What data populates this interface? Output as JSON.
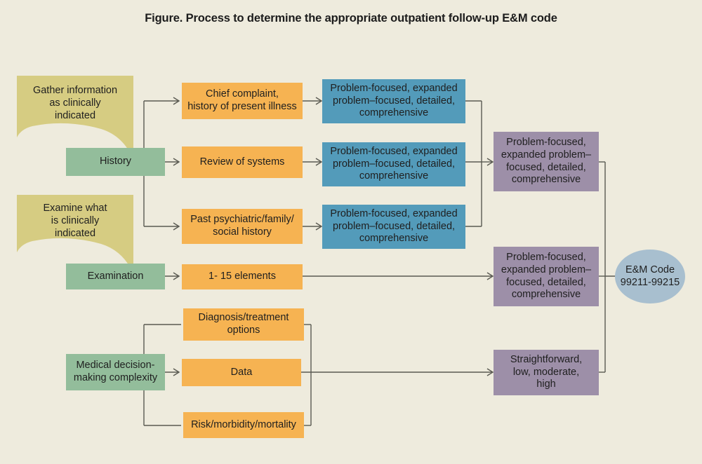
{
  "figure": {
    "title": "Figure. Process to determine the appropriate outpatient follow-up E&M code",
    "background_color": "#EEEBDD"
  },
  "colors": {
    "callout": "#D6CC82",
    "category": "#93BD9B",
    "component": "#F6B352",
    "level": "#539BBA",
    "summary": "#9D8FA8",
    "result": "#A8BFCF",
    "connector": "#5A5A52",
    "text": "#1F1F1F"
  },
  "callouts": [
    {
      "name": "gather-information",
      "text": "Gather information\nas clinically\nindicated"
    },
    {
      "name": "examine-what",
      "text": "Examine what\nis clinically\nindicated"
    }
  ],
  "categories": [
    {
      "name": "history",
      "label": "History"
    },
    {
      "name": "examination",
      "label": "Examination"
    },
    {
      "name": "medical-decision-making",
      "label": "Medical decision-\nmaking complexity"
    }
  ],
  "components": [
    {
      "name": "chief-complaint",
      "label": "Chief complaint,\nhistory of present illness"
    },
    {
      "name": "review-of-systems",
      "label": "Review of systems"
    },
    {
      "name": "past-history",
      "label": "Past psychiatric/family/\nsocial history"
    },
    {
      "name": "elements",
      "label": "1- 15 elements"
    },
    {
      "name": "diagnosis-treatment-options",
      "label": "Diagnosis/treatment\noptions"
    },
    {
      "name": "data",
      "label": "Data"
    },
    {
      "name": "risk",
      "label": "Risk/morbidity/mortality"
    }
  ],
  "levels": [
    {
      "name": "level-chief-complaint",
      "label": "Problem-focused, expanded\nproblem–focused, detailed,\ncomprehensive"
    },
    {
      "name": "level-review-of-systems",
      "label": "Problem-focused, expanded\nproblem–focused, detailed,\ncomprehensive"
    },
    {
      "name": "level-past-history",
      "label": "Problem-focused, expanded\nproblem–focused, detailed,\ncomprehensive"
    }
  ],
  "summaries": [
    {
      "name": "summary-history",
      "label": "Problem-focused,\nexpanded problem–\nfocused, detailed,\ncomprehensive"
    },
    {
      "name": "summary-examination",
      "label": "Problem-focused,\nexpanded problem–\nfocused, detailed,\ncomprehensive"
    },
    {
      "name": "summary-complexity",
      "label": "Straightforward,\nlow, moderate,\nhigh"
    }
  ],
  "result": {
    "name": "em-code",
    "label": "E&M Code\n99211-99215"
  }
}
